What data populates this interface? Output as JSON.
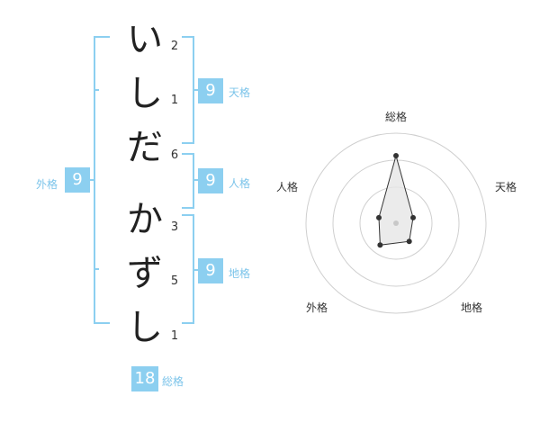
{
  "name": {
    "chars": [
      "い",
      "し",
      "だ",
      "か",
      "ず",
      "し"
    ],
    "strokes": [
      "2",
      "1",
      "6",
      "3",
      "5",
      "1"
    ]
  },
  "fortune": {
    "tenkaku": {
      "value": "9",
      "label": "天格"
    },
    "jinkaku": {
      "value": "9",
      "label": "人格"
    },
    "chikaku": {
      "value": "9",
      "label": "地格"
    },
    "gaikaku": {
      "value": "9",
      "label": "外格"
    },
    "soukaku": {
      "value": "18",
      "label": "総格"
    }
  },
  "radar": {
    "labels": [
      "総格",
      "天格",
      "地格",
      "外格",
      "人格"
    ],
    "values": [
      0.75,
      0.2,
      0.25,
      0.3,
      0.2
    ],
    "colors": {
      "ring": "#cfcfcf",
      "fill": "#e6e6e6",
      "stroke": "#333333",
      "center": "#c8c8c8"
    }
  }
}
